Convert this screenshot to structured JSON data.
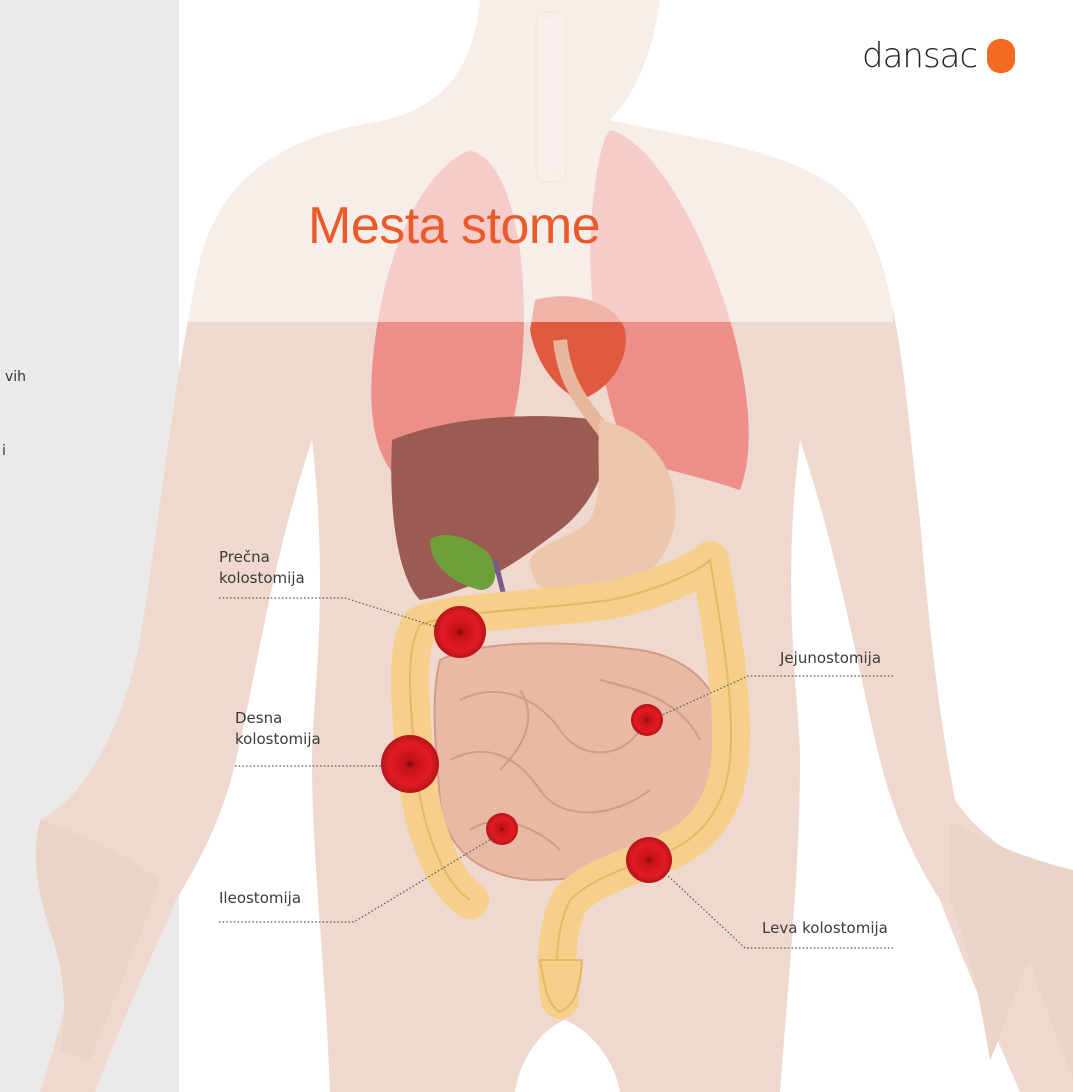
{
  "title": "Mesta stome",
  "logo": {
    "text": "dansac",
    "dot_color": "#f36b21"
  },
  "sidebar": {
    "fragment_1": "vih",
    "fragment_2": "i"
  },
  "labels": {
    "precna": [
      "Prečna",
      "kolostomija"
    ],
    "desna": [
      "Desna",
      "kolostomija"
    ],
    "ileo": "Ileostomija",
    "jejuno": "Jejunostomija",
    "leva": "Leva kolostomija"
  },
  "colors": {
    "title": "#ea5a2a",
    "stoma": "#e11b22",
    "body": "#efd9cf"
  }
}
